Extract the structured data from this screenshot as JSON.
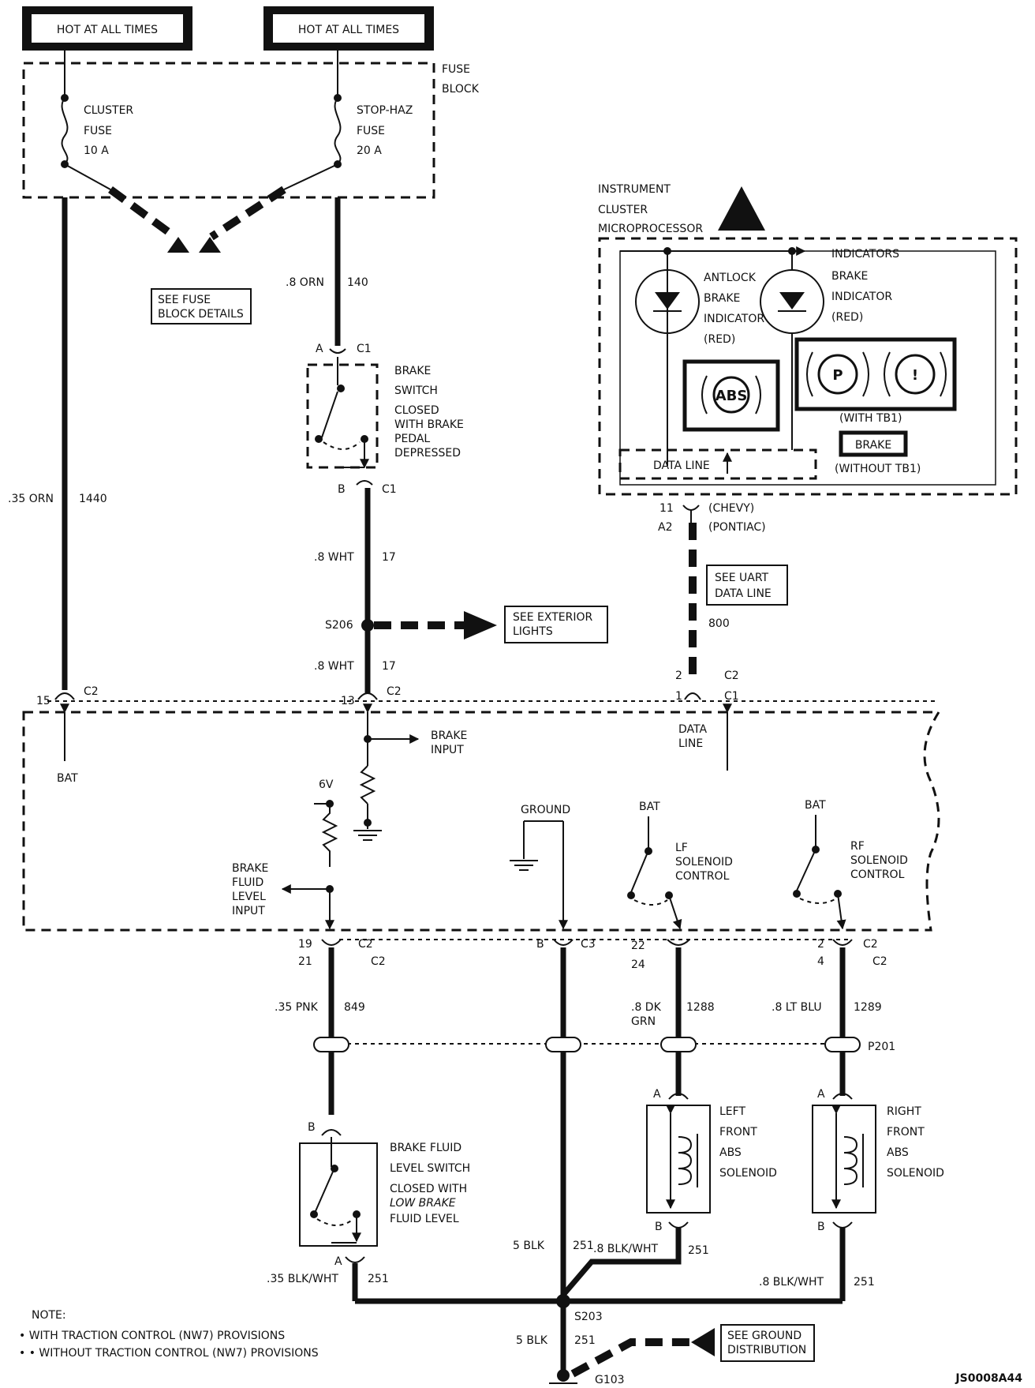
{
  "hot_labels": [
    "HOT AT ALL TIMES",
    "HOT AT ALL TIMES"
  ],
  "fuse_block": {
    "label1": "FUSE",
    "label2": "BLOCK"
  },
  "fuse_left": {
    "name1": "CLUSTER",
    "name2": "FUSE",
    "rating": "10 A"
  },
  "fuse_right": {
    "name1": "STOP-HAZ",
    "name2": "FUSE",
    "rating": "20 A"
  },
  "see_fuse": {
    "line1": "SEE FUSE",
    "line2": "BLOCK DETAILS"
  },
  "wires": {
    "w140_gauge": ".8 ORN",
    "w140_num": "140",
    "w1440_gauge": ".35 ORN",
    "w1440_num": "1440",
    "w17a_gauge": ".8 WHT",
    "w17a_num": "17",
    "w17b_gauge": ".8 WHT",
    "w17b_num": "17",
    "w800_num": "800",
    "w849_gauge": ".35 PNK",
    "w849_num": "849",
    "w251_blk_gauge": "5 BLK",
    "w251_blk_num": "251",
    "w1288_gauge1": ".8 DK",
    "w1288_gauge2": "GRN",
    "w1288_num": "1288",
    "w1289_gauge": ".8 LT BLU",
    "w1289_num": "1289",
    "w251_left_gauge": ".35 BLK/WHT",
    "w251_left_num": "251",
    "w251_mid_gauge": ".8 BLK/WHT",
    "w251_mid_num": "251",
    "w251_right_gauge": ".8 BLK/WHT",
    "w251_right_num": "251",
    "w251_low_gauge": "5 BLK",
    "w251_low_num": "251"
  },
  "brake_switch": {
    "conn_a": "A",
    "conn_a_id": "C1",
    "conn_b": "B",
    "conn_b_id": "C1",
    "title1": "BRAKE",
    "title2": "SWITCH",
    "desc1": "CLOSED",
    "desc2": "WITH BRAKE",
    "desc3": "PEDAL",
    "desc4": "DEPRESSED"
  },
  "splice_s206": "S206",
  "see_exterior": {
    "line1": "SEE EXTERIOR",
    "line2": "LIGHTS"
  },
  "cluster": {
    "title1": "INSTRUMENT",
    "title2": "CLUSTER",
    "title3": "MICROPROCESSOR",
    "indicators": "INDICATORS",
    "antlock1": "ANTLOCK",
    "antlock2": "BRAKE",
    "antlock3": "INDICATOR",
    "antlock4": "(RED)",
    "brake1": "BRAKE",
    "brake2": "INDICATOR",
    "brake3": "(RED)",
    "abs": "ABS",
    "p": "P",
    "i": "!",
    "with_tb1": "(WITH TB1)",
    "brake_box": "BRAKE",
    "without_tb1": "(WITHOUT TB1)",
    "data_line": "DATA LINE"
  },
  "cluster_conn": {
    "pin_chevy": "11",
    "pin_pontiac": "A2",
    "chevy": "(CHEVY)",
    "pontiac": "(PONTIAC)"
  },
  "see_uart": {
    "line1": "SEE UART",
    "line2": "DATA LINE"
  },
  "module_conns": {
    "bat_pin": "15",
    "bat_conn": "C2",
    "brake_pin": "13",
    "brake_conn": "C2",
    "dl_pin1": "2",
    "dl_conn1": "C2",
    "dl_pin2": "1",
    "dl_conn2": "C1"
  },
  "module": {
    "bat": "BAT",
    "brake_input1": "BRAKE",
    "brake_input2": "INPUT",
    "data_line1": "DATA",
    "data_line2": "LINE",
    "six_v": "6V",
    "bfl1": "BRAKE",
    "bfl2": "FLUID",
    "bfl3": "LEVEL",
    "bfl4": "INPUT",
    "ground": "GROUND",
    "bat_lf": "BAT",
    "lf1": "LF",
    "lf2": "SOLENOID",
    "lf3": "CONTROL",
    "bat_rf": "BAT",
    "rf1": "RF",
    "rf2": "SOLENOID",
    "rf3": "CONTROL"
  },
  "bottom_conns": {
    "bfl_pin1": "19",
    "bfl_pin2": "21",
    "bfl_conn1": "C2",
    "bfl_conn2": "C2",
    "gnd_pin": "B",
    "gnd_conn": "C3",
    "lf_pin1": "22",
    "lf_pin2": "24",
    "rf_pin1": "2",
    "rf_pin2": "4",
    "rf_conn1": "C2",
    "rf_conn2": "C2"
  },
  "p201": "P201",
  "bfl_switch": {
    "conn_b": "B",
    "conn_a": "A",
    "title1": "BRAKE FLUID",
    "title2": "LEVEL SWITCH",
    "desc1": "CLOSED WITH",
    "desc2": "LOW BRAKE",
    "desc3": "FLUID LEVEL"
  },
  "lf_sol": {
    "conn_a": "A",
    "conn_b": "B",
    "l1": "LEFT",
    "l2": "FRONT",
    "l3": "ABS",
    "l4": "SOLENOID"
  },
  "rf_sol": {
    "conn_a": "A",
    "conn_b": "B",
    "l1": "RIGHT",
    "l2": "FRONT",
    "l3": "ABS",
    "l4": "SOLENOID"
  },
  "splice_s203": "S203",
  "ground_g103": "G103",
  "see_ground": {
    "line1": "SEE GROUND",
    "line2": "DISTRIBUTION"
  },
  "note": {
    "title": "NOTE:",
    "line1": "• WITH TRACTION CONTROL (NW7) PROVISIONS",
    "line2": "• • WITHOUT TRACTION CONTROL (NW7) PROVISIONS"
  },
  "drawing_id": "JS0008A44"
}
